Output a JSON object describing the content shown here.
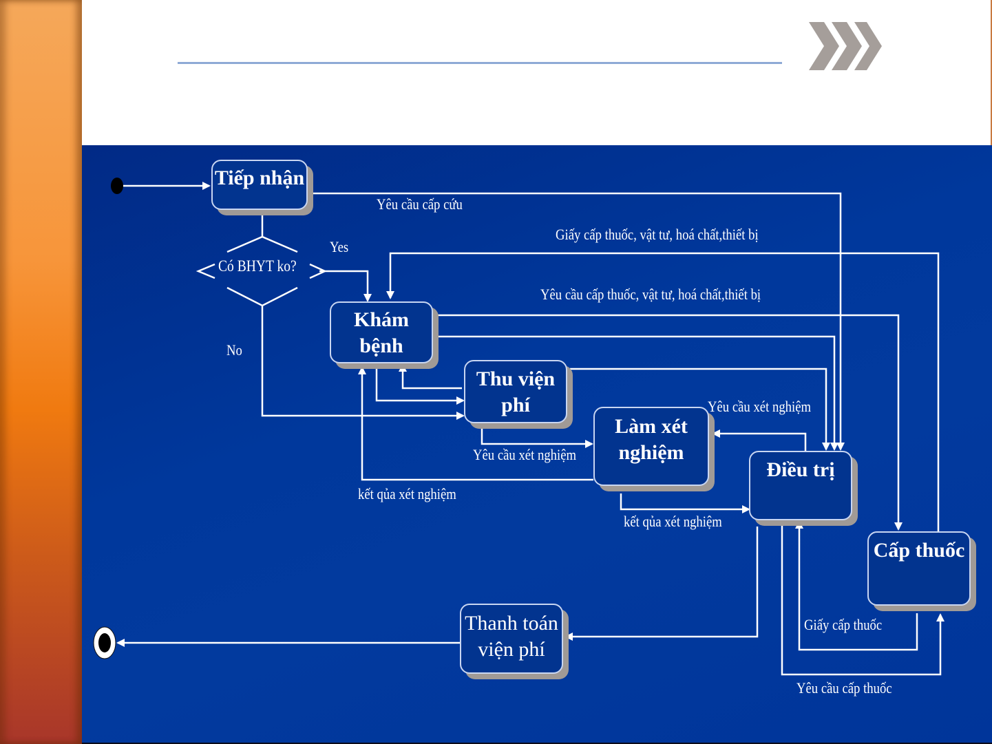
{
  "slide": {
    "title": "",
    "accent_colors": {
      "sidebar_orange": "#f7953a",
      "title_rule": "#8eaad6",
      "chevron_gray": "#a59e9a",
      "diagram_background": "#00389c",
      "node_shadow": "#a09a96",
      "line_color": "#ffffff"
    },
    "decoration_icon": "triple-chevron-right-icon"
  },
  "diagram": {
    "type": "UML activity diagram",
    "start_node": "initial-state",
    "end_node": "final-state",
    "nodes": {
      "tiep_nhan": "Tiếp nhận",
      "kham_benh": "Khám bệnh",
      "thu_vien_phi_line1": "Thu viện",
      "thu_vien_phi_line2": "phí",
      "lam_xet_nghiem_line1": "Làm xét",
      "lam_xet_nghiem_line2": "nghiệm",
      "dieu_tri": "Điều trị",
      "cap_thuoc": "Cấp thuốc",
      "thanh_toan_line1": "Thanh toán",
      "thanh_toan_line2": "viện phí"
    },
    "decision": {
      "question": "Có BHYT ko?",
      "yes_label": "Yes",
      "no_label": "No"
    },
    "edge_labels": {
      "cap_cuu": "Yêu cầu cấp cứu",
      "giay_cap_thuoc_vattu": "Giấy cấp thuốc, vật tư, hoá chất,thiết bị",
      "yeu_cau_cap_thuoc_vattu": "Yêu cầu cấp thuốc, vật tư, hoá chất,thiết bị",
      "yeu_cau_xn_from_thu_vien_phi": "Yêu cầu xét nghiệm",
      "ket_qua_xn_to_kham_benh": "kết qủa xét nghiệm",
      "yeu_cau_xn_from_dieu_tri": "Yêu cầu xét nghiệm",
      "ket_qua_xn_to_dieu_tri": "kết qủa xét nghiệm",
      "giay_cap_thuoc": "Giấy cấp thuốc",
      "yeu_cau_cap_thuoc": "Yêu cầu cấp thuốc"
    },
    "edges": [
      {
        "from": "initial-state",
        "to": "Tiếp nhận"
      },
      {
        "from": "Tiếp nhận",
        "to": "Có BHYT ko?"
      },
      {
        "from": "Có BHYT ko?",
        "to": "Khám bệnh",
        "label": "Yes"
      },
      {
        "from": "Có BHYT ko?",
        "to": "Thu viện phí",
        "label": "No"
      },
      {
        "from": "Tiếp nhận",
        "to": "Điều trị",
        "label": "Yêu cầu cấp cứu"
      },
      {
        "from": "Cấp thuốc",
        "to": "Khám bệnh",
        "label": "Giấy cấp thuốc, vật tư, hoá chất,thiết bị"
      },
      {
        "from": "Khám bệnh",
        "to": "Cấp thuốc",
        "label": "Yêu cầu cấp thuốc, vật tư, hoá chất,thiết bị"
      },
      {
        "from": "Khám bệnh",
        "to": "Điều trị"
      },
      {
        "from": "Khám bệnh",
        "to": "Thu viện phí"
      },
      {
        "from": "Thu viện phí",
        "to": "Khám bệnh"
      },
      {
        "from": "Thu viện phí",
        "to": "Điều trị"
      },
      {
        "from": "Thu viện phí",
        "to": "Làm xét nghiệm",
        "label": "Yêu cầu xét nghiệm"
      },
      {
        "from": "Làm xét nghiệm",
        "to": "Khám bệnh",
        "label": "kết qủa xét nghiệm"
      },
      {
        "from": "Điều trị",
        "to": "Làm xét nghiệm",
        "label": "Yêu cầu xét nghiệm"
      },
      {
        "from": "Làm xét nghiệm",
        "to": "Điều trị",
        "label": "kết qủa xét nghiệm"
      },
      {
        "from": "Cấp thuốc",
        "to": "Điều trị",
        "label": "Giấy cấp thuốc"
      },
      {
        "from": "Điều trị",
        "to": "Cấp thuốc",
        "label": "Yêu cầu cấp thuốc"
      },
      {
        "from": "Điều trị",
        "to": "Thanh toán viện phí"
      },
      {
        "from": "Thanh toán viện phí",
        "to": "final-state"
      }
    ]
  }
}
